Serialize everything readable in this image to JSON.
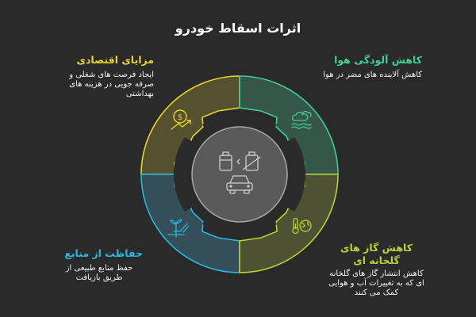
{
  "title": "اثرات اسقاط خودرو",
  "colors": {
    "background": "#2a2a2a",
    "economic": "#e6d52a",
    "air": "#3fcf95",
    "resources": "#2bb7e0",
    "greenhouse": "#b5d334",
    "center": "#5a5a5a"
  },
  "center": {
    "icons": [
      "battery-full-icon",
      "less-than-icon",
      "battery-crossed-icon",
      "car-icon"
    ]
  },
  "segments": [
    {
      "id": "economic",
      "heading": "مزایای اقتصادی",
      "description": "ایجاد فرصت های شغلی و صرفه جویی در هزینه های بهداشتی",
      "icon": "dollar-growth-icon",
      "position": "top-left"
    },
    {
      "id": "air",
      "heading": "کاهش آلودگی هوا",
      "description": "کاهش آلاینده های مضر در هوا",
      "icon": "cloud-wind-icon",
      "position": "top-right"
    },
    {
      "id": "resources",
      "heading": "حفاظت از منابع",
      "description": "حفظ منابع طبیعی از طریق بازیافت",
      "icon": "plant-hand-icon",
      "position": "bottom-left"
    },
    {
      "id": "greenhouse",
      "heading": "کاهش گاز های گلخانه ای",
      "description": "کاهش انتشار گاز های گلخانه ای که به تغییرات آب و هوایی کمک می کنند",
      "icon": "thermometer-globe-icon",
      "position": "bottom-right"
    }
  ]
}
